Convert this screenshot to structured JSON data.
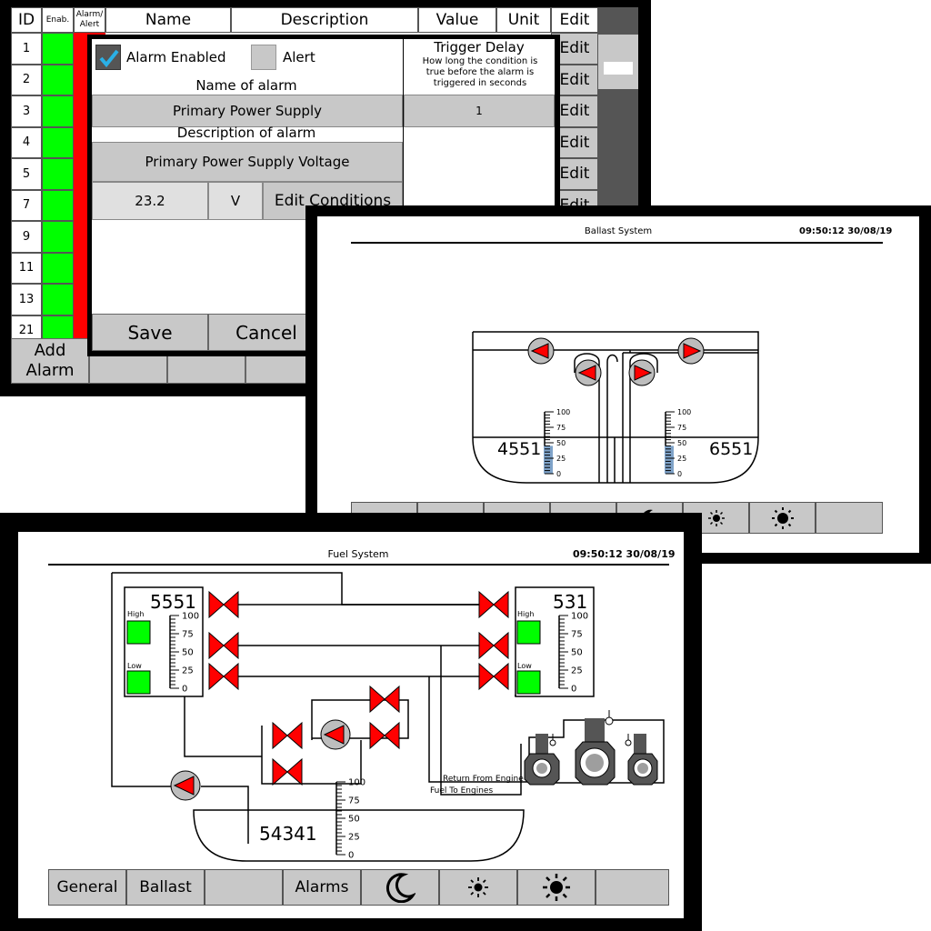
{
  "alarm_screen": {
    "headers": {
      "id": "ID",
      "enabled": "Enab.",
      "alarm_alert": "Alarm/\nAlert",
      "name": "Name",
      "description": "Description",
      "value": "Value",
      "unit": "Unit",
      "edit": "Edit"
    },
    "row_ids": [
      "1",
      "2",
      "3",
      "4",
      "5",
      "7",
      "9",
      "11",
      "13",
      "21"
    ],
    "edit_label": "Edit",
    "add_alarm_label": "Add\nAlarm",
    "dialog": {
      "alarm_enabled_label": "Alarm Enabled",
      "alarm_enabled_checked": true,
      "alert_label": "Alert",
      "name_label": "Name of alarm",
      "name_value": "Primary Power Supply",
      "description_label": "Description of alarm",
      "description_value": "Primary Power Supply Voltage",
      "value": "23.2",
      "unit": "V",
      "edit_conditions_label": "Edit Conditions",
      "trigger_delay_title": "Trigger Delay",
      "trigger_delay_help": "How long the condition is true before the alarm is triggered in seconds",
      "trigger_delay_value": "1",
      "save_label": "Save",
      "cancel_label": "Cancel"
    },
    "colors": {
      "enabled": "#00ff00",
      "alarm": "#ff0000"
    }
  },
  "ballast_screen": {
    "title": "Ballast System",
    "timestamp": "09:50:12 30/08/19",
    "tank_left_value": "4551",
    "tank_right_value": "6551",
    "gauge_ticks": [
      "100",
      "75",
      "50",
      "25",
      "0"
    ],
    "gauge_left_level_percent": 45,
    "gauge_right_level_percent": 45,
    "gauge_fill_color": "#7fa3c9",
    "nav_icons": [
      "moon-icon",
      "sun-small-icon",
      "sun-large-icon"
    ]
  },
  "fuel_screen": {
    "title": "Fuel System",
    "timestamp": "09:50:12 30/08/19",
    "tank_left_value": "5551",
    "tank_right_value": "531",
    "tank_bottom_value": "54341",
    "high_label": "High",
    "low_label": "Low",
    "gauge_ticks": [
      "100",
      "75",
      "50",
      "25",
      "0"
    ],
    "return_label": "Return From Engine",
    "to_engine_label": "Fuel To Engines",
    "nav": {
      "general": "General",
      "ballast": "Ballast",
      "alarms": "Alarms"
    },
    "colors": {
      "valve": "#ff0000",
      "pump_fill": "#bdbdbd",
      "indicator": "#00ff00"
    }
  }
}
